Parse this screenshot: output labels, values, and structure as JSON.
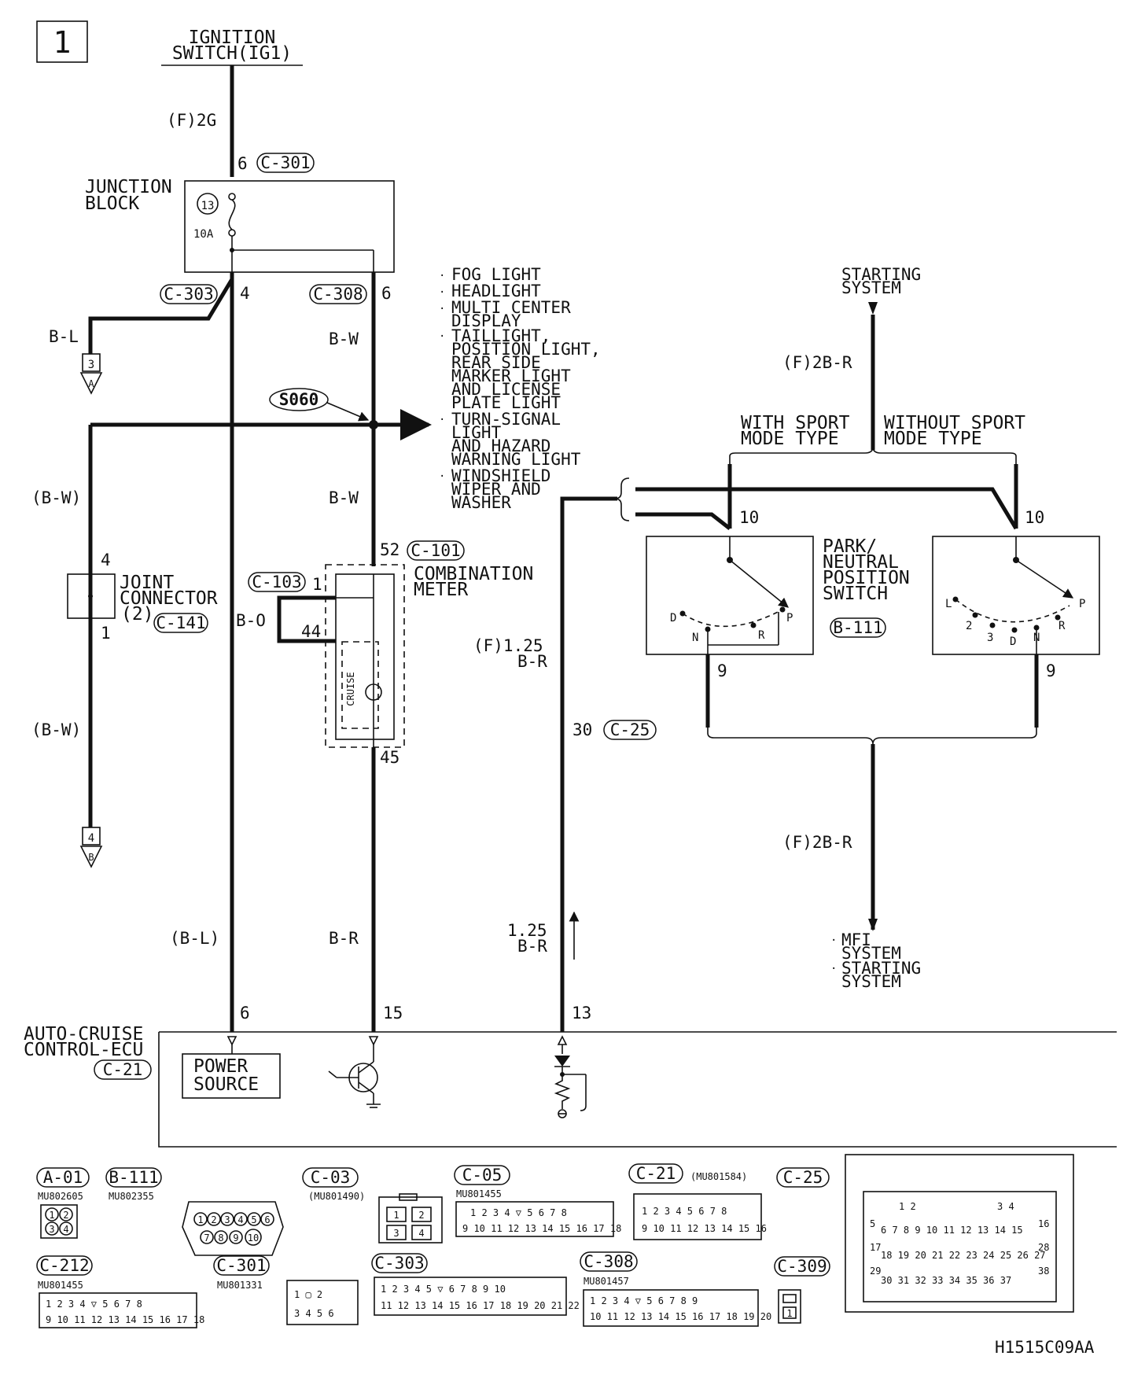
{
  "page_number": "1",
  "figure_code": "H1515C09AA",
  "sources": {
    "ignition": [
      "IGNITION",
      "SWITCH(IG1)"
    ],
    "starting": [
      "STARTING",
      "SYSTEM"
    ]
  },
  "wires": {
    "f_2g": "(F)2G",
    "f_2br_top": "(F)2B-R",
    "f_2br_bottom": "(F)2B-R",
    "f_125br": [
      "(F)1.25",
      "B-R"
    ],
    "b_l": "B-L",
    "b_l_paren": "(B-L)",
    "b_w_upper": "B-W",
    "b_w_lower": "B-W",
    "b_w_paren_1": "(B-W)",
    "b_w_paren_2": "(B-W)",
    "b_o": "B-O",
    "b_r": "B-R",
    "b_r_125": [
      "1.25",
      "B-R"
    ]
  },
  "pins": {
    "p6_top": "6",
    "p4_c303": "4",
    "p6_c308": "6",
    "p4_joint": "4",
    "p1_joint": "1",
    "p52": "52",
    "p1_c103": "1",
    "p44": "44",
    "p45": "45",
    "p30": "30",
    "p10_left": "10",
    "p10_right": "10",
    "p9_left": "9",
    "p9_right": "9",
    "p6_ecu": "6",
    "p15_ecu": "15",
    "p13_ecu": "13"
  },
  "connectors": {
    "c301": "C-301",
    "c303": "C-303",
    "c308": "C-308",
    "c101": "C-101",
    "c103": "C-103",
    "c141": "C-141",
    "c25": "C-25",
    "b111": "B-111",
    "c21": "C-21"
  },
  "components": {
    "junction_block": [
      "JUNCTION",
      "BLOCK"
    ],
    "fuse_number": "13",
    "fuse_rating": "10A",
    "splice": "S060",
    "joint_connector": [
      "JOINT",
      "CONNECTOR",
      "(2)"
    ],
    "combination_meter": [
      "COMBINATION",
      "METER"
    ],
    "cruise": "CRUISE",
    "park_neutral": [
      "PARK/",
      "NEUTRAL",
      "POSITION",
      "SWITCH"
    ],
    "ecu": [
      "AUTO-CRUISE",
      "CONTROL-ECU"
    ],
    "power_source": [
      "POWER",
      "SOURCE"
    ]
  },
  "left_switch_positions": [
    "D",
    "N",
    "R",
    "P"
  ],
  "right_switch_positions": [
    "L",
    "2",
    "3",
    "D",
    "N",
    "R",
    "P"
  ],
  "variants": {
    "with_sport": [
      "WITH SPORT",
      "MODE TYPE"
    ],
    "without_sport": [
      "WITHOUT SPORT",
      "MODE TYPE"
    ]
  },
  "terminals": {
    "a_num": "3",
    "a_letter": "A",
    "b_num": "4",
    "b_letter": "B"
  },
  "destinations_s060": [
    [
      "FOG LIGHT"
    ],
    [
      "HEADLIGHT"
    ],
    [
      "MULTI CENTER",
      "DISPLAY"
    ],
    [
      "TAILLIGHT,",
      "POSITION LIGHT,",
      "REAR SIDE",
      "MARKER LIGHT",
      "AND LICENSE",
      "PLATE LIGHT"
    ],
    [
      "TURN-SIGNAL",
      "LIGHT",
      "AND HAZARD",
      "WARNING LIGHT"
    ],
    [
      "WINDSHIELD",
      "WIPER AND",
      "WASHER"
    ]
  ],
  "destinations_bottom": [
    [
      "MFI",
      "SYSTEM"
    ],
    [
      "STARTING",
      "SYSTEM"
    ]
  ],
  "connector_views": {
    "a01": {
      "label": "A-01",
      "part": "MU802605"
    },
    "b111": {
      "label": "B-111",
      "part": "MU802355"
    },
    "c03": {
      "label": "C-03",
      "part": "(MU801490)"
    },
    "c05": {
      "label": "C-05",
      "part": "MU801455"
    },
    "c21": {
      "label": "C-21",
      "part": "(MU801584)"
    },
    "c25": {
      "label": "C-25"
    },
    "c212": {
      "label": "C-212",
      "part": "MU801455"
    },
    "c301": {
      "label": "C-301",
      "part": "MU801331"
    },
    "c303": {
      "label": "C-303"
    },
    "c308": {
      "label": "C-308",
      "part": "MU801457"
    },
    "c309": {
      "label": "C-309"
    }
  }
}
